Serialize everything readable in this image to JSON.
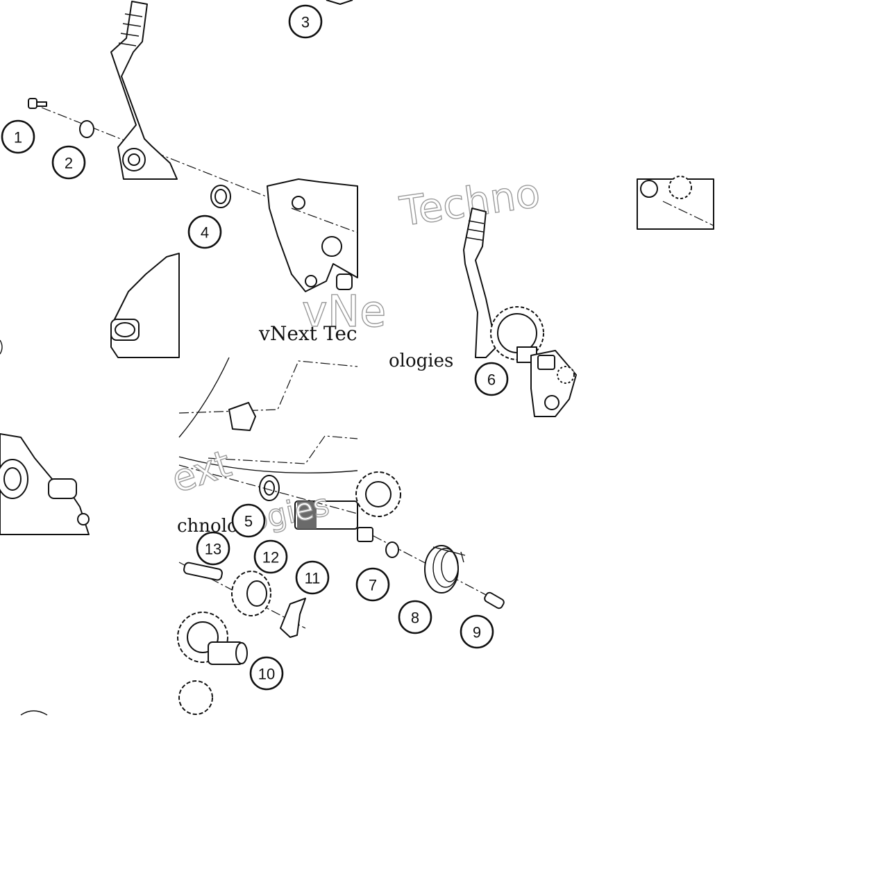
{
  "diagram": {
    "callouts": [
      "1",
      "2",
      "3",
      "4",
      "5",
      "6",
      "7",
      "8",
      "9",
      "10",
      "11",
      "12",
      "13"
    ],
    "watermarks": {
      "w1": "Techno",
      "w2": "vNe",
      "w3": "vNext Tec",
      "w4": "ologies",
      "w5": "ext",
      "w6": "chnolog",
      "w7": "logies"
    },
    "colors": {
      "ink": "#111111",
      "background": "#ffffff",
      "watermark_outline": "#9a9a9a"
    }
  }
}
